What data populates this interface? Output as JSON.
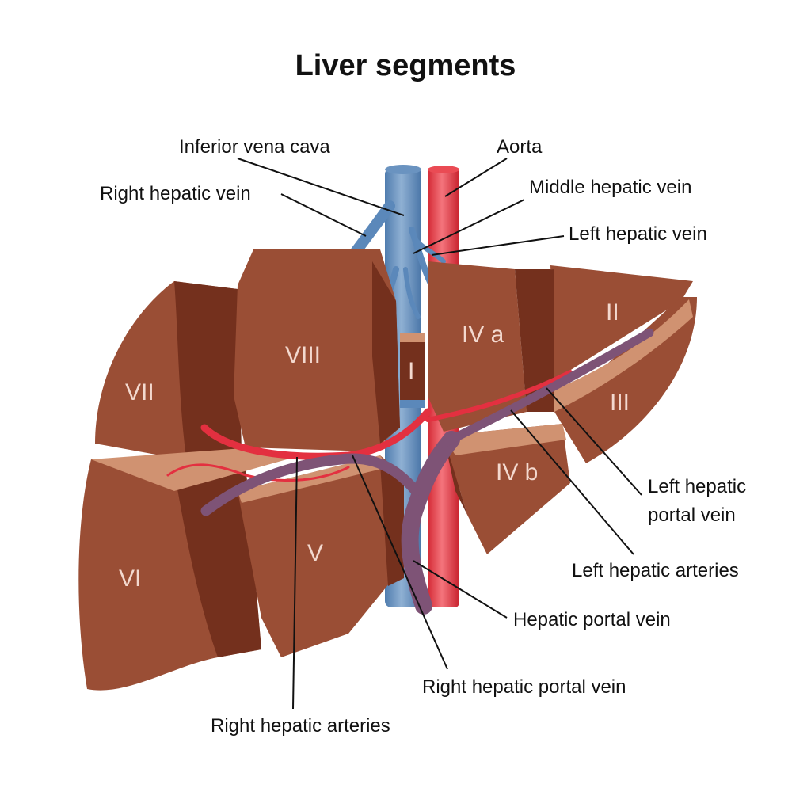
{
  "title": "Liver segments",
  "colors": {
    "liver_face": "#9a4e35",
    "liver_side": "#74301d",
    "liver_cut": "#d09271",
    "vein_blue": "#5b88ba",
    "aorta_red": "#e0323c",
    "portal_purple": "#7e5376",
    "artery_red": "#e33040"
  },
  "segments": [
    "I",
    "II",
    "III",
    "IV a",
    "IV b",
    "V",
    "VI",
    "VII",
    "VIII"
  ],
  "labels": {
    "inferior_vena_cava": "Inferior vena cava",
    "aorta": "Aorta",
    "right_hepatic_vein": "Right hepatic vein",
    "middle_hepatic_vein": "Middle hepatic vein",
    "left_hepatic_vein": "Left hepatic vein",
    "left_hepatic_portal_vein_1": "Left hepatic",
    "left_hepatic_portal_vein_2": "portal vein",
    "left_hepatic_arteries": "Left hepatic arteries",
    "hepatic_portal_vein": "Hepatic portal vein",
    "right_hepatic_portal_vein": "Right hepatic portal vein",
    "right_hepatic_arteries": "Right hepatic arteries"
  }
}
